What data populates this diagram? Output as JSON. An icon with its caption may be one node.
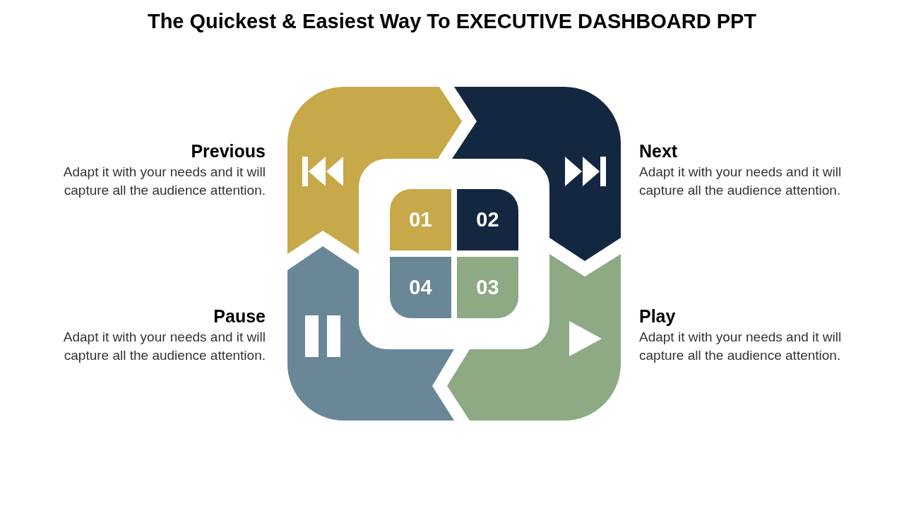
{
  "diagram": {
    "title": "The Quickest & Easiest Way To EXECUTIVE DASHBOARD PPT",
    "nodes": [
      {
        "text": [],
        "shape": "arrow",
        "beside": [
          "Previous",
          "Adapt it with your needs and it will capture all the audience attention."
        ]
      },
      {
        "text": [],
        "shape": "arrow",
        "beside": [
          "Next",
          "Adapt it with your needs and it will capture all the audience attention."
        ]
      },
      {
        "text": [],
        "shape": "arrow",
        "beside": [
          "Pause",
          "Adapt it with your needs and it will capture all the audience attention."
        ]
      },
      {
        "text": [],
        "shape": "arrow",
        "beside": [
          "Play",
          "Adapt it with your needs and it will capture all the audience attention."
        ]
      },
      {
        "text": [
          "01"
        ]
      },
      {
        "text": [
          "02"
        ]
      },
      {
        "text": [
          "04"
        ]
      },
      {
        "text": [
          "03"
        ]
      }
    ]
  }
}
